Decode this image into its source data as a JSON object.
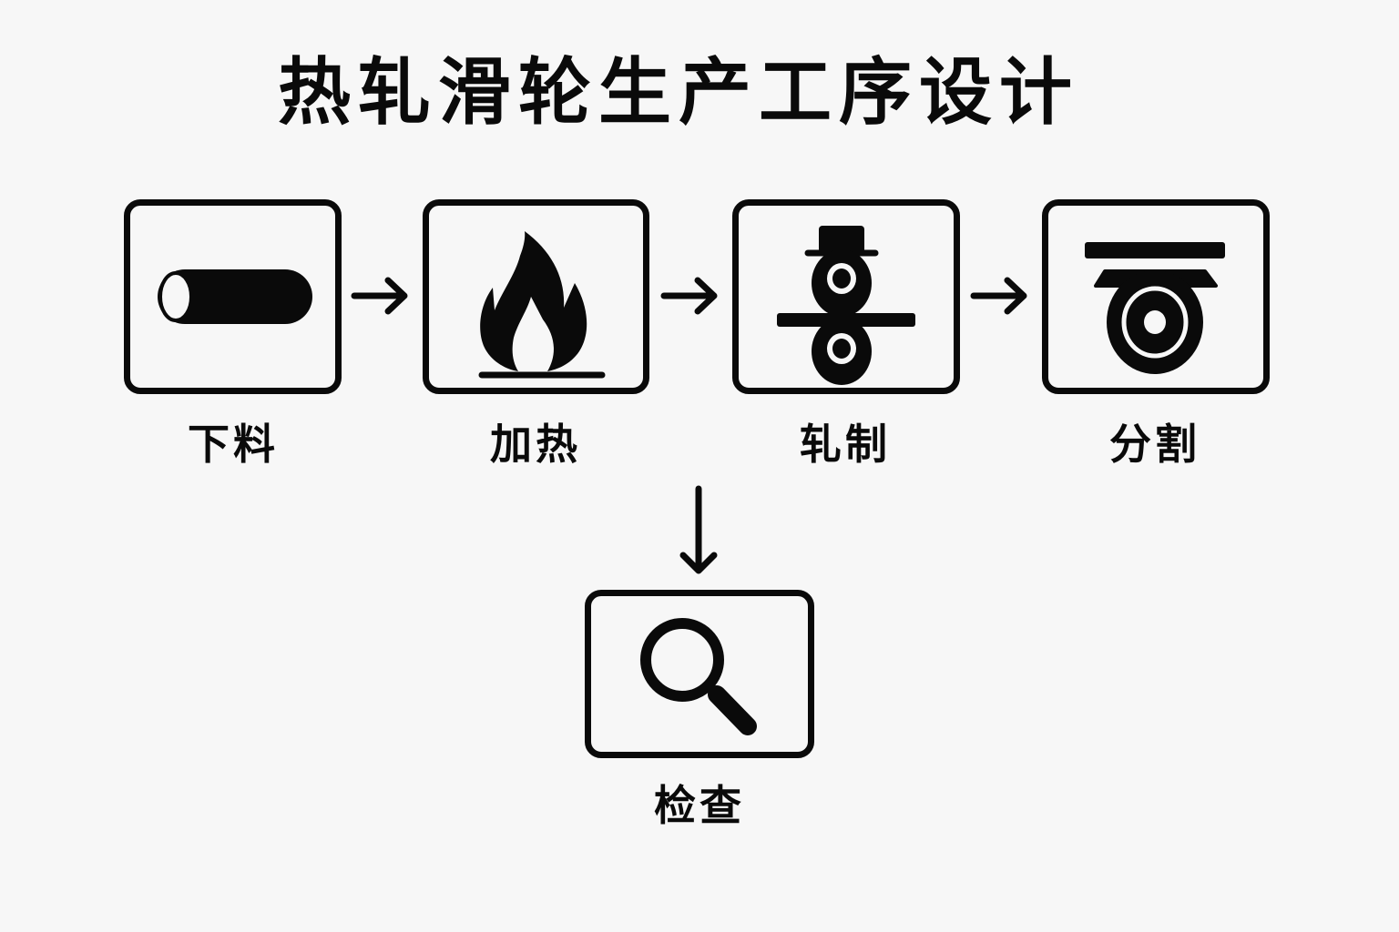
{
  "title": "热轧滑轮生产工序设计",
  "steps": [
    {
      "label": "下料",
      "icon": "cylinder-billet-icon"
    },
    {
      "label": "加热",
      "icon": "flame-icon"
    },
    {
      "label": "轧制",
      "icon": "rolling-mill-icon"
    },
    {
      "label": "分割",
      "icon": "cutting-wheel-icon"
    },
    {
      "label": "检查",
      "icon": "magnifier-icon"
    }
  ],
  "colors": {
    "stroke": "#0a0a0a",
    "background": "#f7f7f7"
  }
}
